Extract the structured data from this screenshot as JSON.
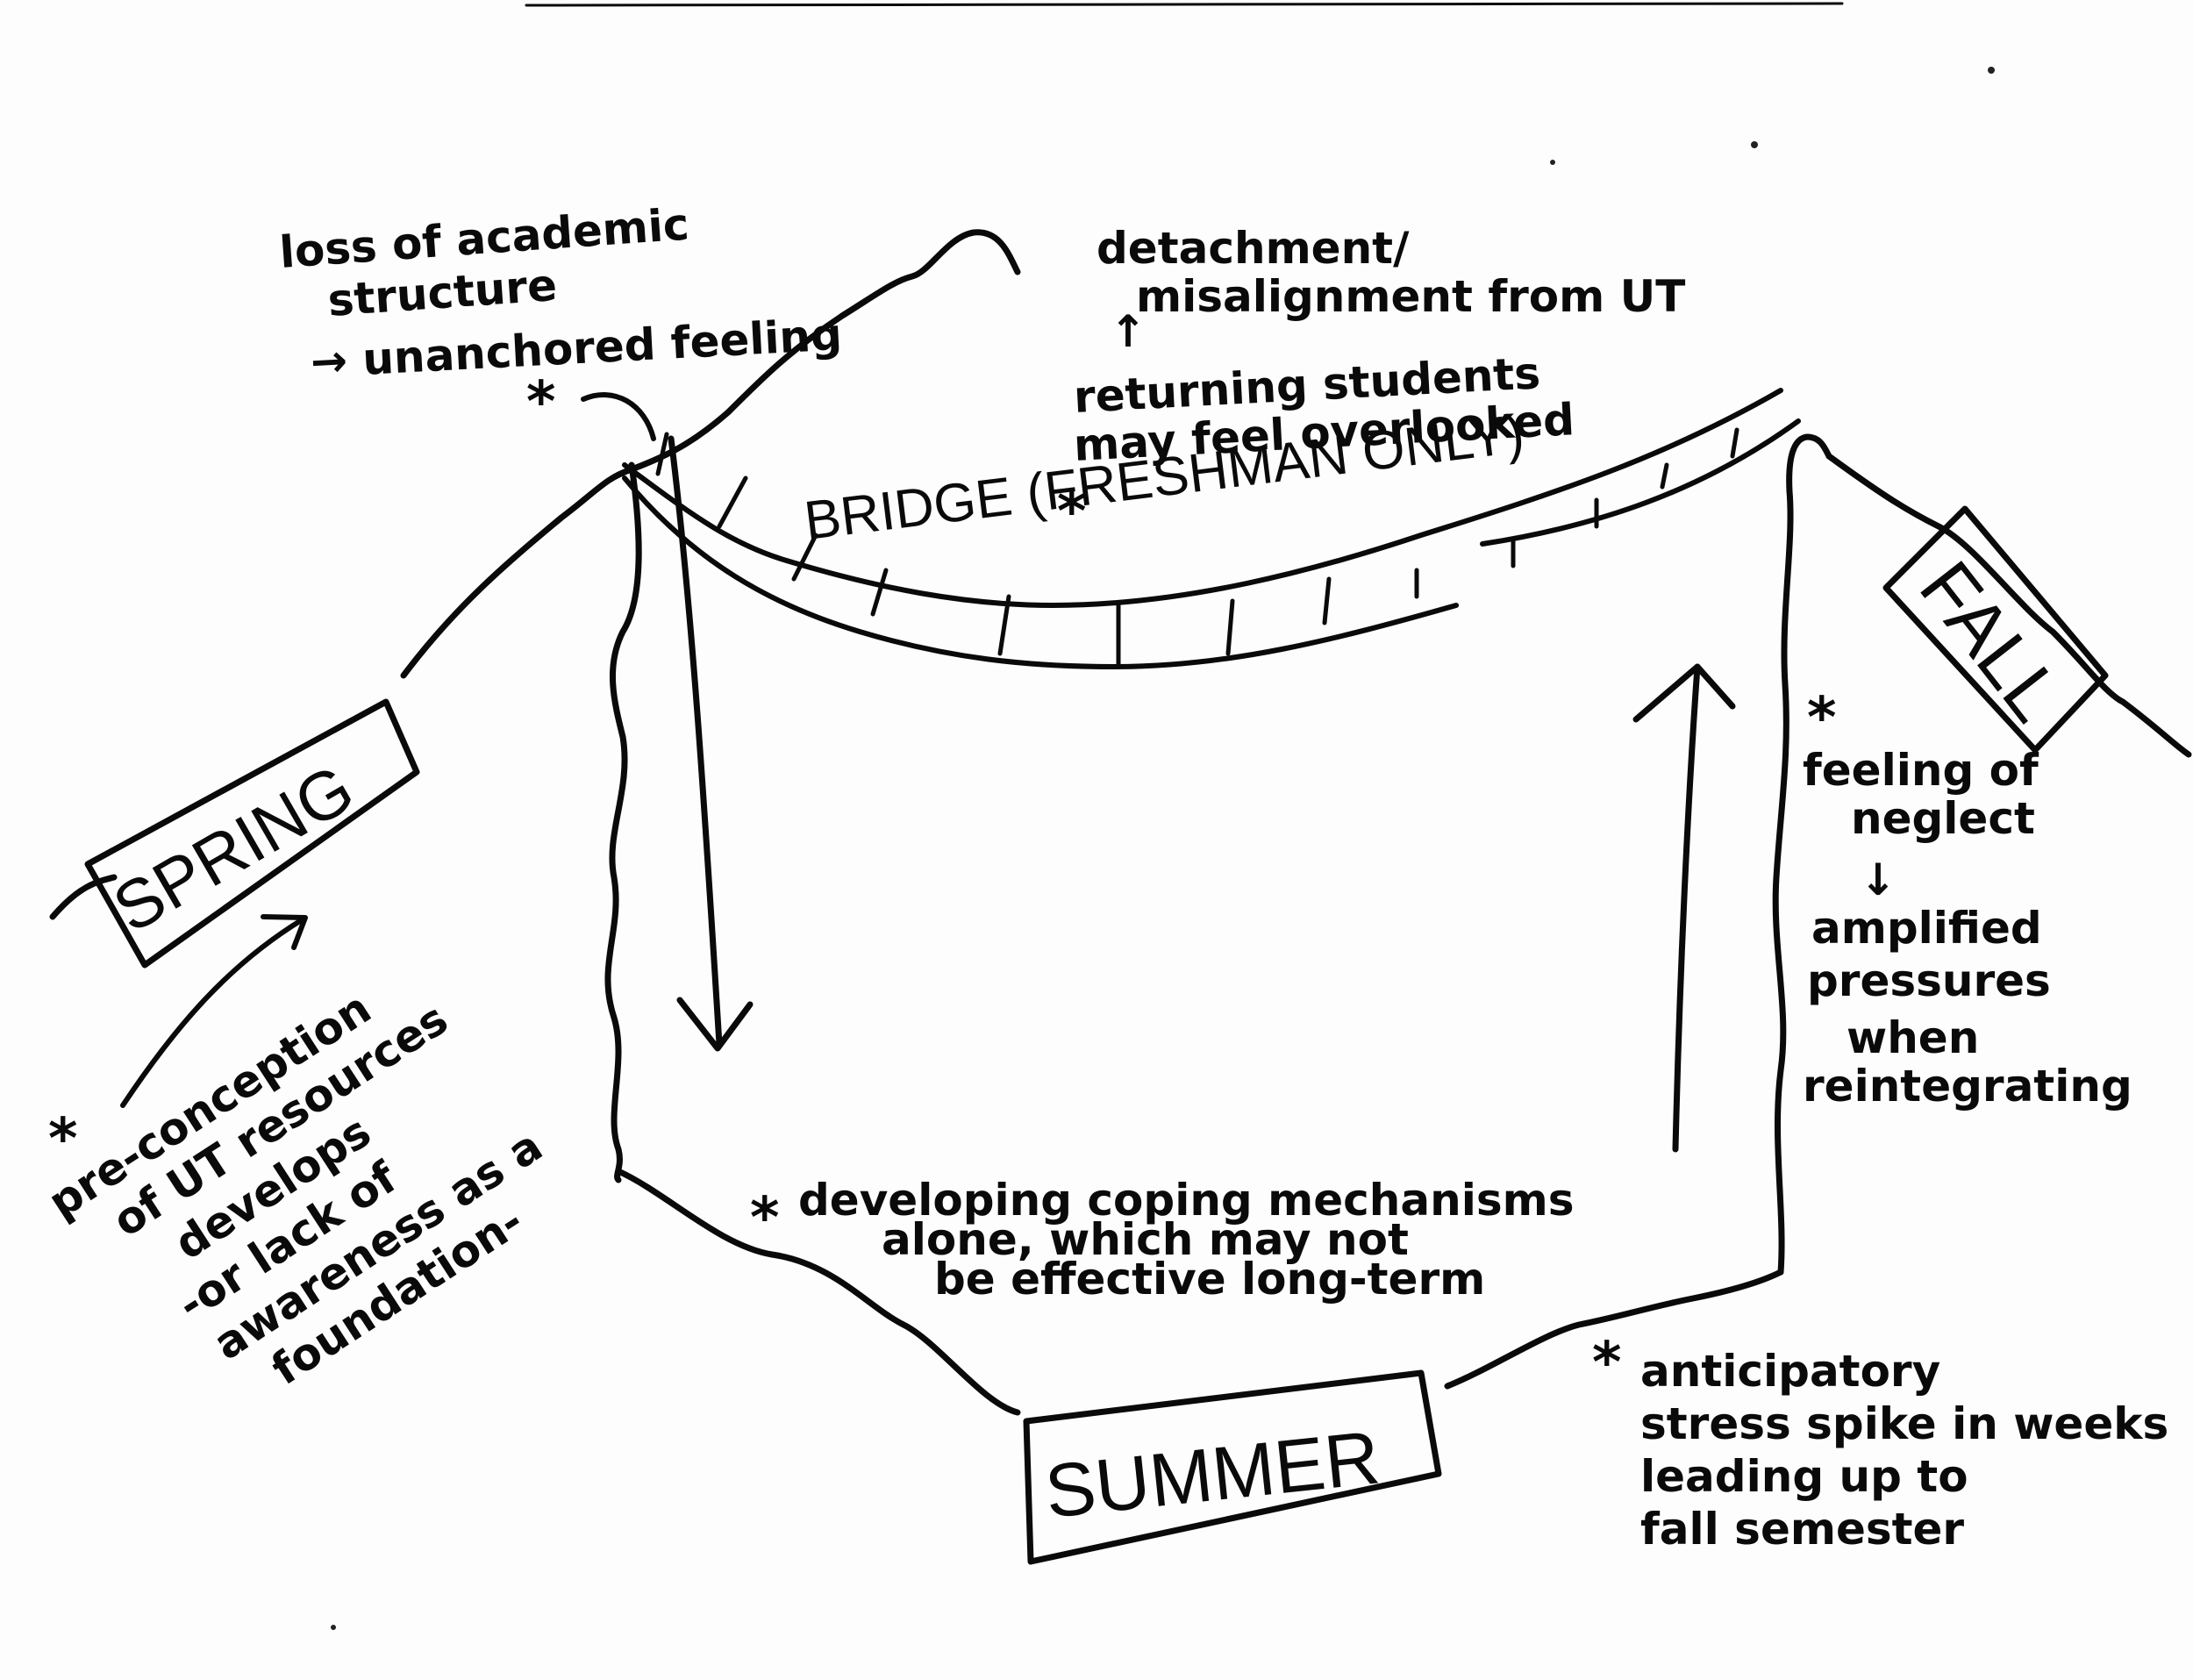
{
  "notes": {
    "academic_structure": [
      "loss of academic",
      "structure",
      "→ unanchored feeling"
    ],
    "detachment": [
      "detachment/",
      "misalignment from UT"
    ],
    "returning_arrow": "↑",
    "returning": [
      "returning students",
      "may feel overlooked"
    ],
    "bridge_label": "BRIDGE (FRESHMAN ONLY)",
    "neglect": [
      "feeling of",
      "neglect",
      "↓",
      "amplified",
      "pressures",
      "when",
      "reintegrating"
    ],
    "preconception": [
      "pre-conception",
      "of UT resources",
      "develops",
      "-or lack of",
      "awareness as a",
      "foundation-"
    ],
    "coping": [
      "developing coping mechanisms",
      "alone, which may not",
      "be effective long-term"
    ],
    "anticipatory": [
      "anticipatory",
      "stress spike in weeks",
      "leading up to",
      "fall semester"
    ]
  },
  "seasons": {
    "spring": "SPRING",
    "summer": "SUMMER",
    "fall": "FALL"
  },
  "marks": {
    "star": "*"
  }
}
